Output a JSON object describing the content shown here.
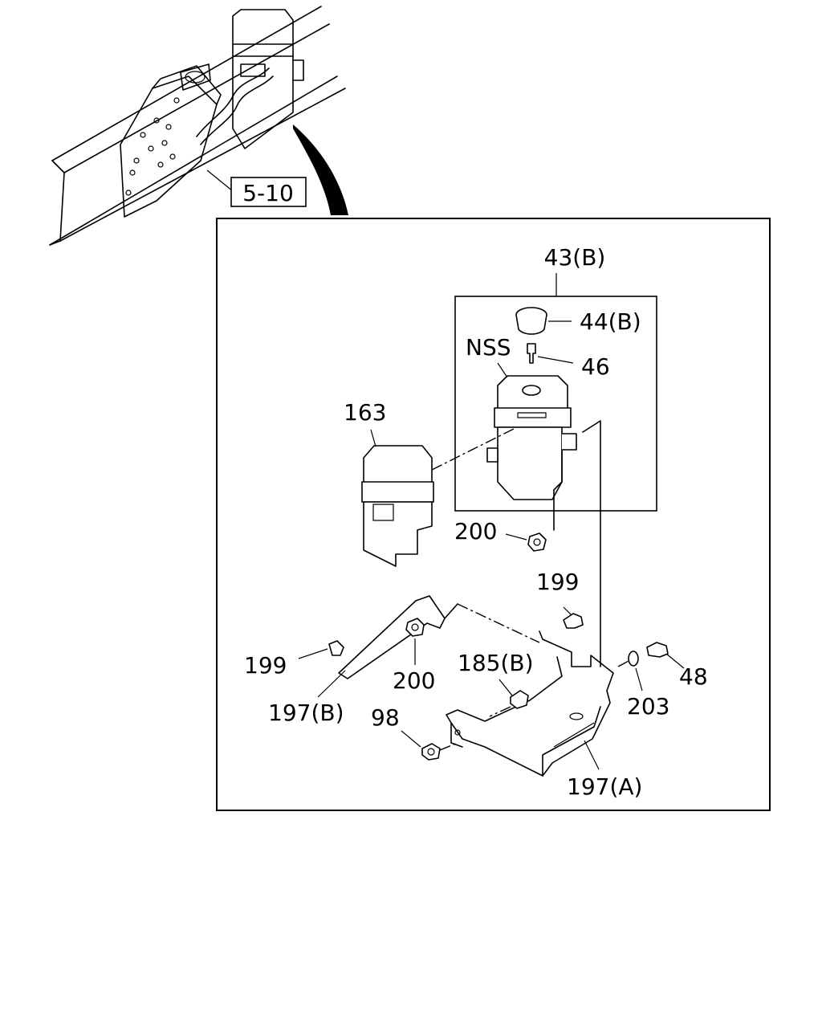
{
  "reference_box": "5-10",
  "labels": {
    "p43b": "43(B)",
    "p44b": "44(B)",
    "nss": "NSS",
    "p46": "46",
    "p163": "163",
    "p200a": "200",
    "p199a": "199",
    "p199b": "199",
    "p200b": "200",
    "p185b": "185(B)",
    "p48": "48",
    "p203": "203",
    "p197b": "197(B)",
    "p98": "98",
    "p197a": "197(A)"
  }
}
